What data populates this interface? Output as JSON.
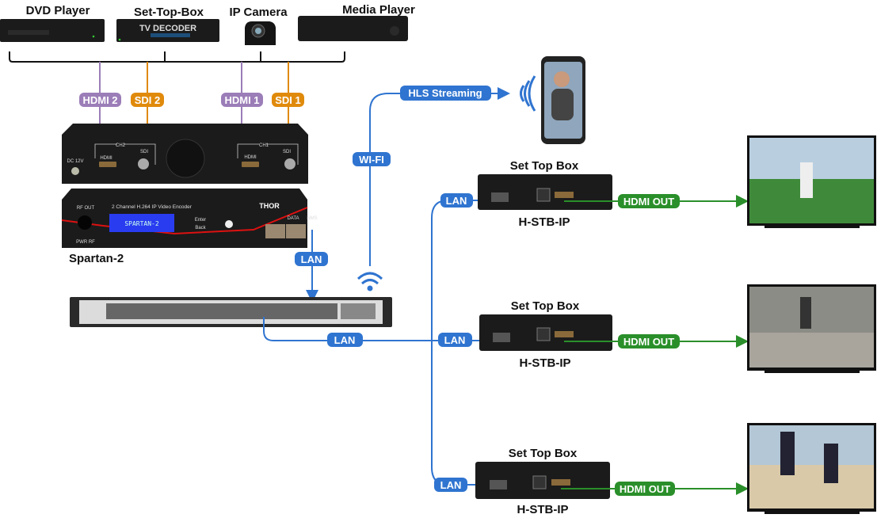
{
  "sources": [
    {
      "title": "DVD Player"
    },
    {
      "title": "Set-Top-Box",
      "screen_text": "TV DECODER"
    },
    {
      "title": "IP Camera"
    },
    {
      "title": "Media Player"
    }
  ],
  "inputs": {
    "hdmi2": "HDMI 2",
    "sdi2": "SDI 2",
    "hdmi1": "HDMI 1",
    "sdi1": "SDI 1"
  },
  "encoder": {
    "name": "Spartan-2",
    "front_caption": "2 Channel H.264 IP Video Encoder",
    "lcd_text": "SPARTAN-2",
    "brand": "THOR",
    "back_labels": {
      "ch2": "CH2",
      "ch1": "CH1",
      "hdmi": "HDMI",
      "sdi": "SDI",
      "dc": "DC 12V"
    },
    "front_labels": {
      "rf_out": "RF OUT",
      "pwr_rf": "PWR RF",
      "enter": "Enter",
      "back": "Back",
      "data": "DATA",
      "nms": "NMS"
    }
  },
  "links": {
    "lan": "LAN",
    "wifi": "WI-FI",
    "hls": "HLS Streaming",
    "hdmi_out": "HDMI OUT"
  },
  "receivers": [
    {
      "title": "Set Top Box",
      "model": "H-STB-IP"
    },
    {
      "title": "Set Top Box",
      "model": "H-STB-IP"
    },
    {
      "title": "Set Top Box",
      "model": "H-STB-IP"
    }
  ],
  "colors": {
    "hdmi": "#9b7db8",
    "sdi": "#e08a0c",
    "lan": "#2f74d0",
    "hdmi_out": "#2a8f2a",
    "device": "#1b1b1b",
    "lcd": "#2a3cf0"
  }
}
